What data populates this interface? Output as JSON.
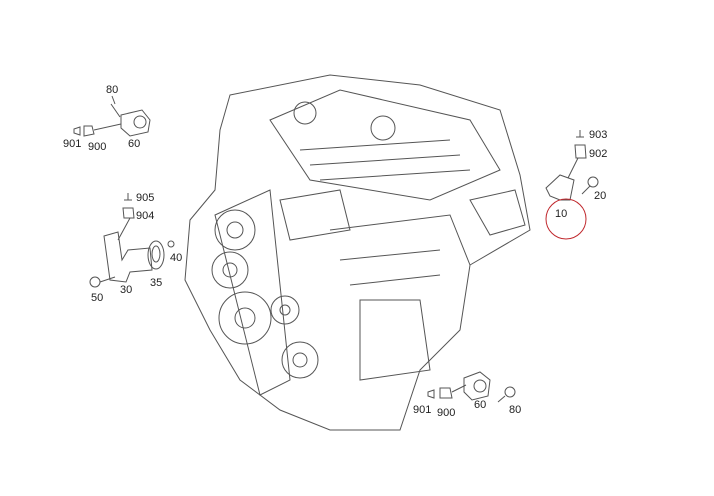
{
  "diagram": {
    "highlight_color": "#c0282d",
    "callouts": {
      "top_left_80": "80",
      "top_left_901": "901",
      "top_left_900": "900",
      "top_left_60": "60",
      "left_905": "905",
      "left_904": "904",
      "left_30": "30",
      "left_35": "35",
      "left_40": "40",
      "left_50": "50",
      "right_903": "903",
      "right_902": "902",
      "right_20": "20",
      "right_10": "10",
      "bottom_901": "901",
      "bottom_900": "900",
      "bottom_60": "60",
      "bottom_80": "80"
    }
  }
}
